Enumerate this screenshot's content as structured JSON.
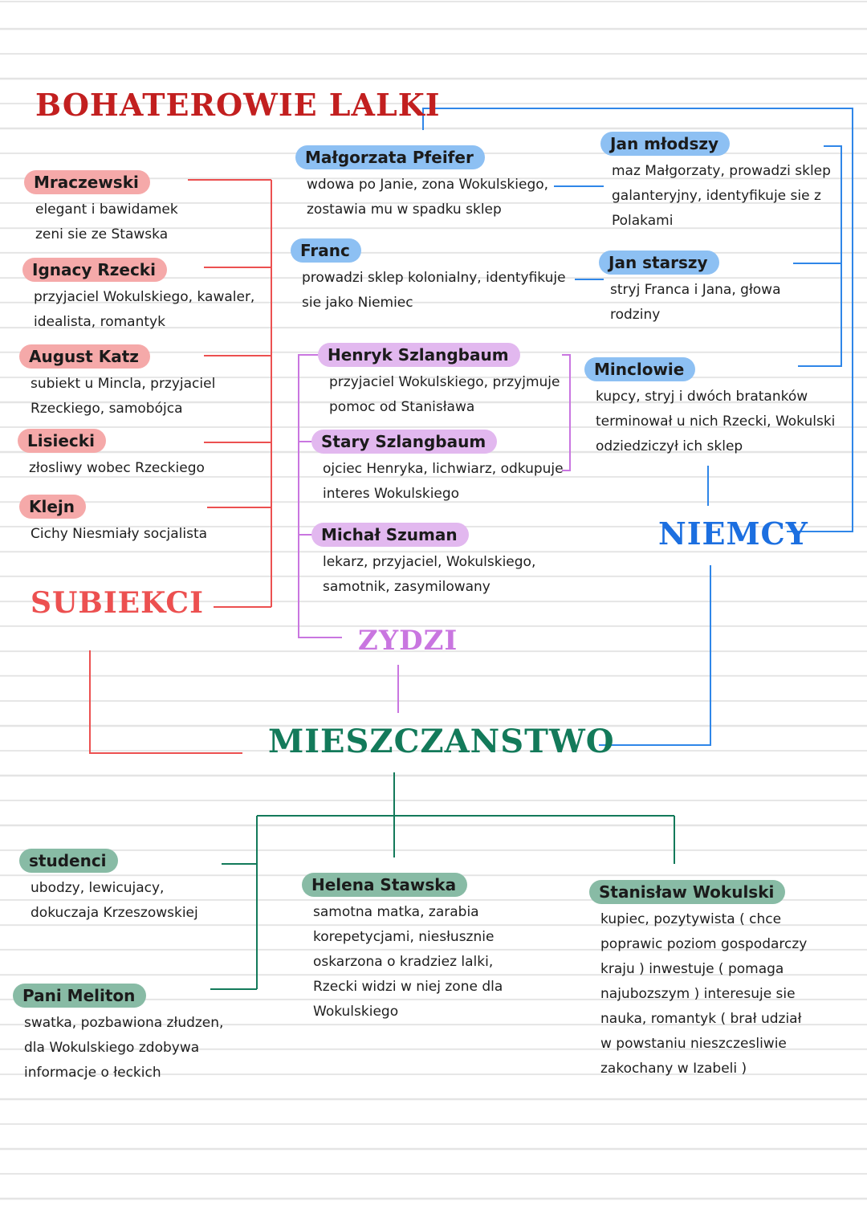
{
  "title": "BOHATEROWIE LALKI",
  "groups": {
    "subiekci": "SUBIEKCI",
    "zydzi": "ZYDZI",
    "niemcy": "NIEMCY",
    "mieszczanstwo": "MIESZCZANSTWO"
  },
  "subiekci": [
    {
      "name": "Mraczewski",
      "desc": "elegant i bawidamek\nzeni sie ze Stawska"
    },
    {
      "name": "Ignacy Rzecki",
      "desc": "przyjaciel Wokulskiego, kawaler,\nidealista, romantyk"
    },
    {
      "name": "August Katz",
      "desc": "subiekt u Mincla, przyjaciel\nRzeckiego, samobójca"
    },
    {
      "name": "Lisiecki",
      "desc": "złosliwy wobec Rzeckiego"
    },
    {
      "name": "Klejn",
      "desc": "Cichy Niesmiały socjalista"
    }
  ],
  "niemcy": [
    {
      "name": "Małgorzata Pfeifer",
      "desc": "wdowa po Janie, zona Wokulskiego,\nzostawia mu w spadku sklep"
    },
    {
      "name": "Franc",
      "desc": "prowadzi sklep kolonialny, identyfikuje\nsie jako Niemiec"
    },
    {
      "name": "Jan młodszy",
      "desc": "maz Małgorzaty, prowadzi sklep\ngalanteryjny, identyfikuje sie z\nPolakami"
    },
    {
      "name": "Jan starszy",
      "desc": "stryj Franca i Jana, głowa\nrodziny"
    },
    {
      "name": "Minclowie",
      "desc": "kupcy, stryj i dwóch bratanków\nterminował u nich Rzecki, Wokulski\nodziedziczył ich sklep"
    }
  ],
  "zydzi": [
    {
      "name": "Henryk Szlangbaum",
      "desc": "przyjaciel Wokulskiego, przyjmuje\npomoc od Stanisława"
    },
    {
      "name": "Stary Szlangbaum",
      "desc": "ojciec Henryka, lichwiarz, odkupuje\ninteres Wokulskiego"
    },
    {
      "name": "Michał Szuman",
      "desc": "lekarz, przyjaciel, Wokulskiego,\nsamotnik, zasymilowany"
    }
  ],
  "mieszczanstwo": [
    {
      "name": "studenci",
      "desc": "ubodzy, lewicujacy,\ndokuczaja Krzeszowskiej"
    },
    {
      "name": "Pani Meliton",
      "desc": "swatka, pozbawiona złudzen,\ndla Wokulskiego zdobywa\ninformacje o łeckich"
    },
    {
      "name": "Helena Stawska",
      "desc": "samotna matka, zarabia\nkorepetycjami, niesłusznie\noskarzona o kradziez lalki,\nRzecki widzi w niej zone dla\nWokulskiego"
    },
    {
      "name": "Stanisław Wokulski",
      "desc": "kupiec, pozytywista ( chce\npoprawic poziom gospodarczy\nkraju )  inwestuje ( pomaga\nnajubozszym ) interesuje sie\nnauka, romantyk ( brał udział\nw powstaniu nieszczesliwie\nzakochany w Izabeli )"
    }
  ],
  "colors": {
    "subiekci": "#ec5050",
    "niemcy": "#2f86e8",
    "zydzi": "#c976e0",
    "mieszczanstwo": "#137a5a"
  }
}
